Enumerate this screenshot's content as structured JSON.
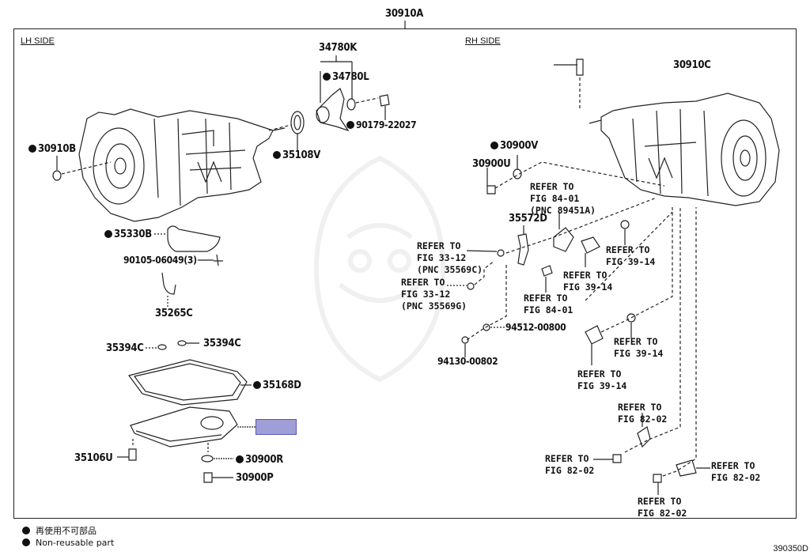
{
  "figure": {
    "assembly_label": "30910A",
    "lh_side_label": "LH SIDE",
    "rh_side_label": "RH SIDE",
    "figure_number": "390350D"
  },
  "parts": {
    "p34780K": "34780K",
    "p34780L": "34780L",
    "p90179": "90179-22027",
    "p35108V": "35108V",
    "p30910B": "30910B",
    "p35330B": "35330B",
    "p90105": "90105-06049(3)",
    "p35265C": "35265C",
    "p35394C_a": "35394C",
    "p35394C_b": "35394C",
    "p35168D": "35168D",
    "p35106U": "35106U",
    "p30900R": "30900R",
    "p30900P": "30900P",
    "p30910C": "30910C",
    "p30900V": "30900V",
    "p30900U": "30900U",
    "p35572D": "35572D",
    "p94512": "94512-00800",
    "p94130": "94130-00802"
  },
  "references": {
    "r84_01_pnc": "REFER TO\nFIG 84-01\n(PNC 89451A)",
    "r33_12_c": "REFER TO\nFIG 33-12\n(PNC 35569C)",
    "r33_12_g": "REFER TO\nFIG 33-12\n(PNC 35569G)",
    "r84_01": "REFER TO\nFIG 84-01",
    "r39_14_a": "REFER TO\nFIG 39-14",
    "r39_14_b": "REFER TO\nFIG 39-14",
    "r39_14_c": "REFER TO\nFIG 39-14",
    "r39_14_d": "REFER TO\nFIG 39-14",
    "r82_02_a": "REFER TO\nFIG 82-02",
    "r82_02_b": "REFER TO\nFIG 82-02",
    "r82_02_c": "REFER TO\nFIG 82-02",
    "r82_02_d": "REFER TO\nFIG 82-02"
  },
  "non_reusable": [
    "34780L",
    "90179-22027",
    "35108V",
    "30910B",
    "35330B",
    "35168D",
    "30900R",
    "30900V"
  ],
  "highlight": {
    "color": "#a09ed6",
    "border": "#5a57b8",
    "label": ""
  },
  "legend": {
    "jp": "再使用不可部品",
    "en": "Non-reusable part"
  }
}
